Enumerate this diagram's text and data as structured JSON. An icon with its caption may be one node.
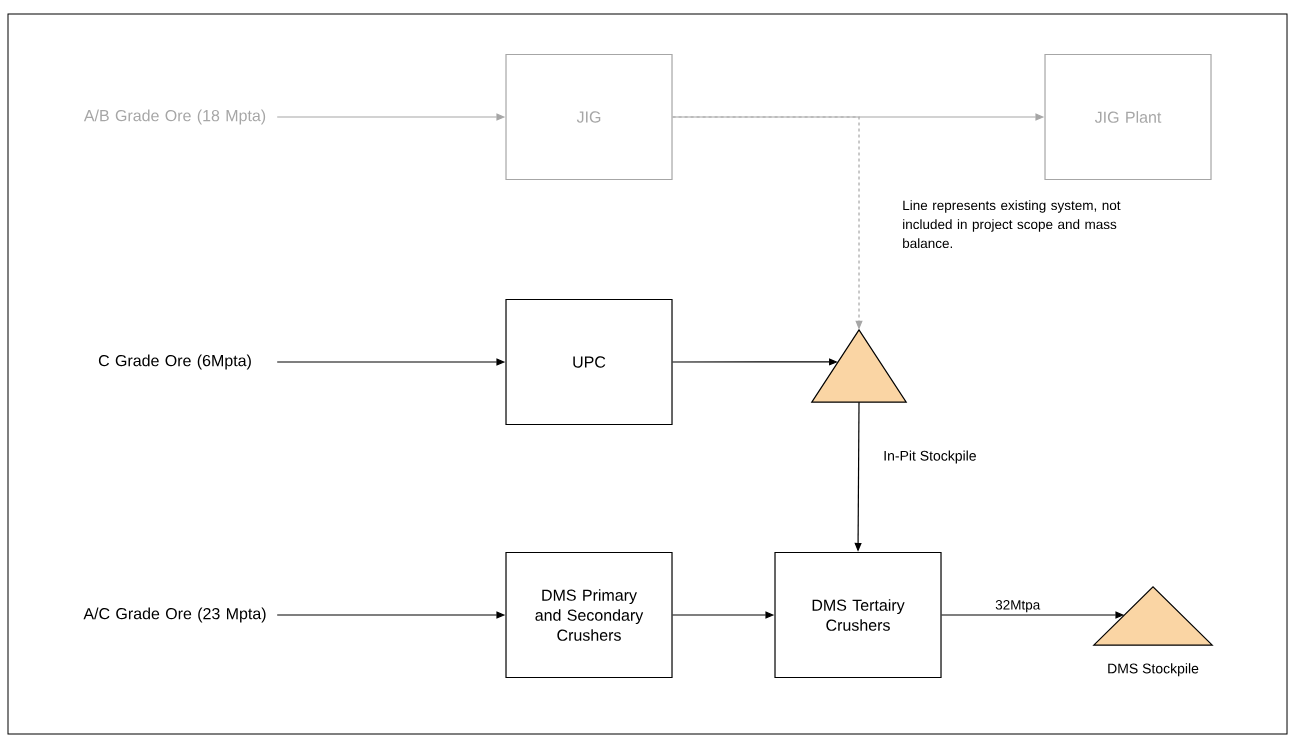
{
  "diagram": {
    "nodes": [
      {
        "text": [
          "A/B Grade Ore (18 Mpta)"
        ]
      },
      {
        "text": [
          "JIG"
        ]
      },
      {
        "text": [
          "JIG Plant"
        ]
      },
      {
        "text": [
          "C Grade Ore (6Mpta)"
        ]
      },
      {
        "text": [
          "UPC"
        ]
      },
      {
        "text": [],
        "shape": "triangle",
        "beside": [
          "In-Pit Stockpile"
        ]
      },
      {
        "text": [
          "A/C Grade Ore (23 Mpta)"
        ]
      },
      {
        "text": [
          "DMS Primary and Secondary Crushers"
        ]
      },
      {
        "text": [
          "DMS Tertairy Crushers"
        ]
      },
      {
        "text": [],
        "shape": "triangle",
        "beside": [
          "DMS Stockpile"
        ]
      }
    ],
    "edges": [
      {
        "from": 0,
        "to": 1,
        "arrow": "to",
        "color": "#a6a6a6"
      },
      {
        "from": 1,
        "to": 2,
        "arrow": "to",
        "color": "#a6a6a6"
      },
      {
        "from": 1,
        "to": 5,
        "arrow": "to",
        "style": "dashed",
        "color": "#a6a6a6"
      },
      {
        "from": 3,
        "to": 4,
        "arrow": "to"
      },
      {
        "from": 4,
        "to": 5,
        "arrow": "to"
      },
      {
        "from": 5,
        "to": 8,
        "arrow": "to"
      },
      {
        "from": 6,
        "to": 7,
        "arrow": "to"
      },
      {
        "from": 7,
        "to": 8,
        "arrow": "to"
      },
      {
        "from": 8,
        "to": 9,
        "arrow": "to",
        "label": "32Mtpa"
      }
    ],
    "labels": [
      "Line represents existing system, not included in project scope and mass balance."
    ]
  }
}
